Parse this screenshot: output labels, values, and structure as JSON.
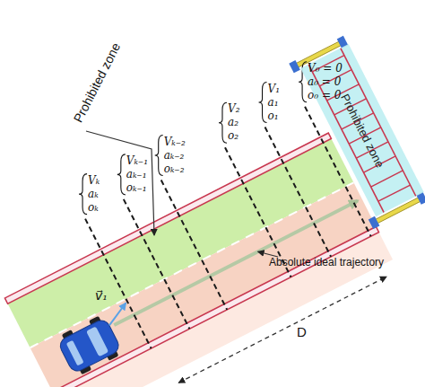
{
  "diagram": {
    "nodes": [
      {
        "text": [
          "Prohibited zone"
        ]
      }
    ],
    "labels": [
      "Prohibited zone",
      "V₀ = 0",
      "a₀ = 0",
      "o₀ = 0",
      "V₁",
      "a₁",
      "o₁",
      "V₂",
      "a₂",
      "o₂",
      "Vₖ₋₂",
      "aₖ₋₂",
      "oₖ₋₂",
      "Vₖ₋₁",
      "aₖ₋₁",
      "oₖ₋₁",
      "Vₖ",
      "aₖ",
      "oₖ",
      "v⃗₁",
      "Absolute ideal trajectory",
      "D"
    ]
  }
}
